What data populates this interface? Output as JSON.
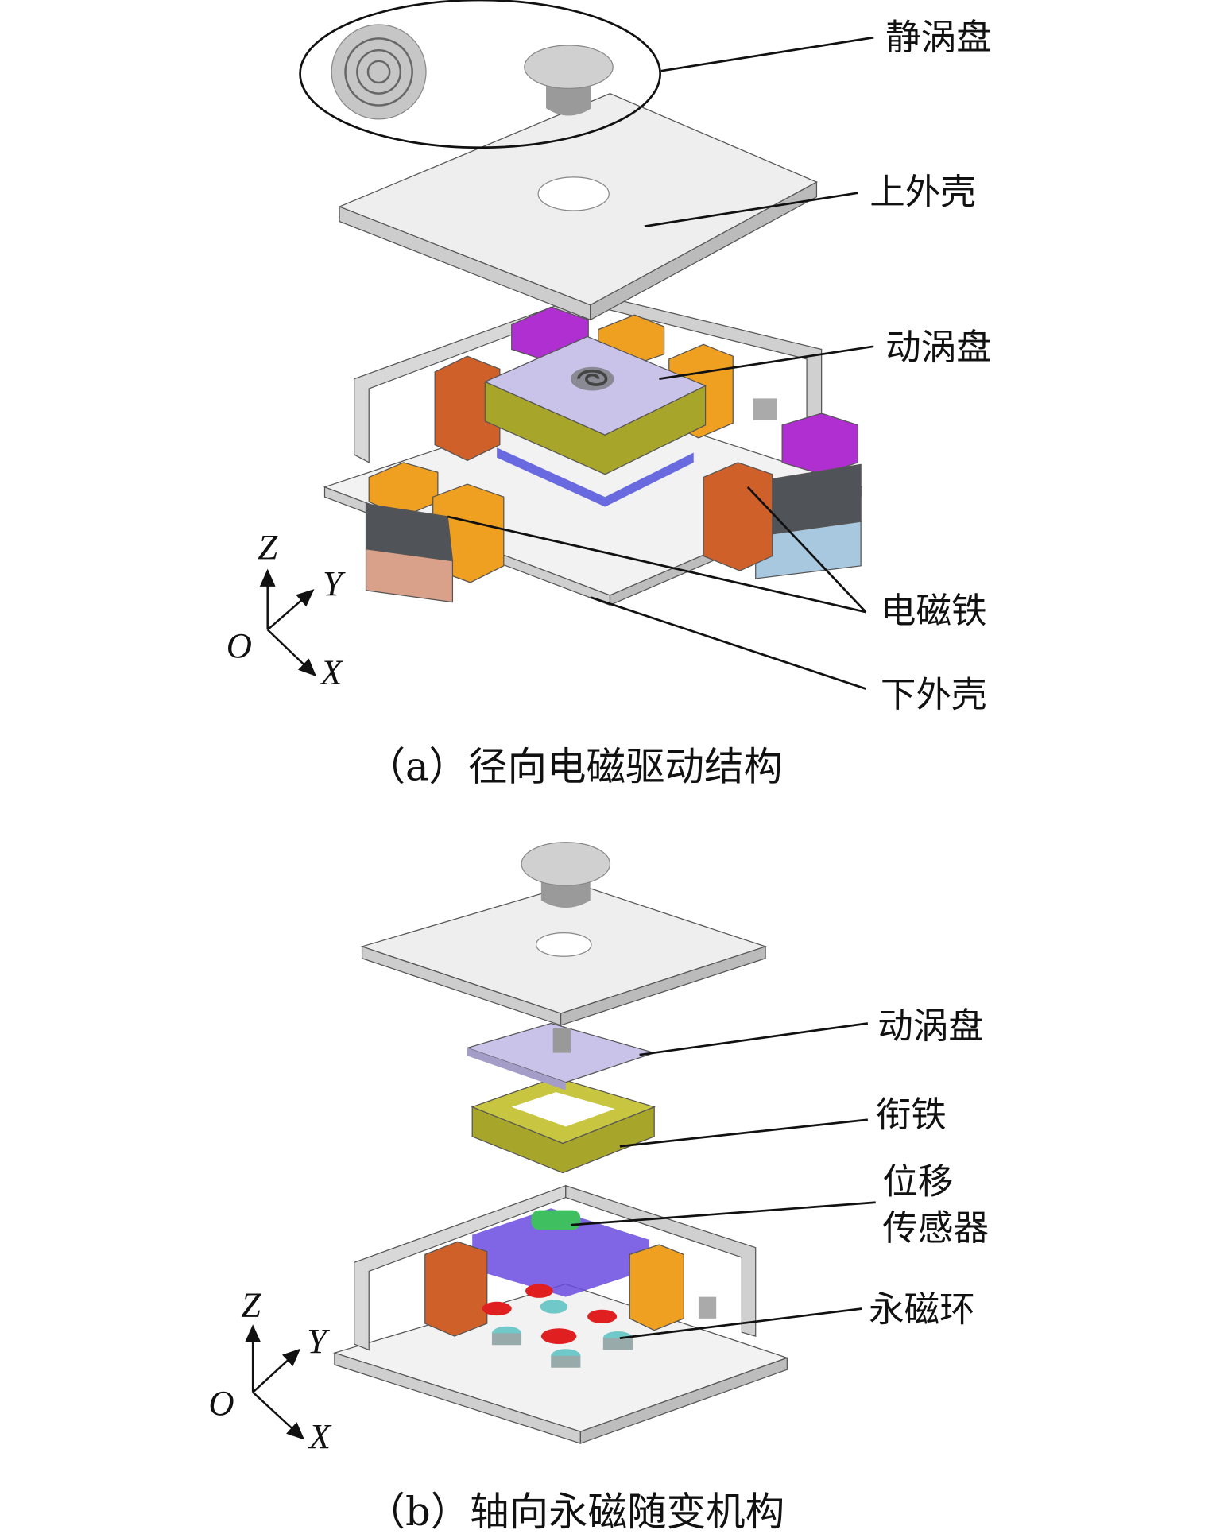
{
  "panel_a": {
    "labels": {
      "fixed_scroll": "静涡盘",
      "upper_shell": "上外壳",
      "orbiting_scroll": "动涡盘",
      "electromagnet": "电磁铁",
      "lower_shell": "下外壳"
    },
    "caption": "（a）径向电磁驱动结构",
    "axes": {
      "z": "Z",
      "y": "Y",
      "x": "X",
      "origin": "O"
    }
  },
  "panel_b": {
    "labels": {
      "orbiting_scroll": "动涡盘",
      "armature": "衔铁",
      "sensor_line1": "位移",
      "sensor_line2": "传感器",
      "magnet_ring": "永磁环"
    },
    "caption": "（b）轴向永磁随变机构",
    "axes": {
      "z": "Z",
      "y": "Y",
      "x": "X",
      "origin": "O"
    }
  },
  "colors": {
    "plate": "#e9e9ea",
    "scroll_plate": "#c9c3ea",
    "armature": "#a8a62a",
    "magnet_orange": "#f0a020",
    "magnet_dark_orange": "#d0602a",
    "magnet_purple": "#b02fd0",
    "magnet_grey": "#505458",
    "ring_red": "#e02020",
    "ring_cyan": "#70c8c8"
  }
}
